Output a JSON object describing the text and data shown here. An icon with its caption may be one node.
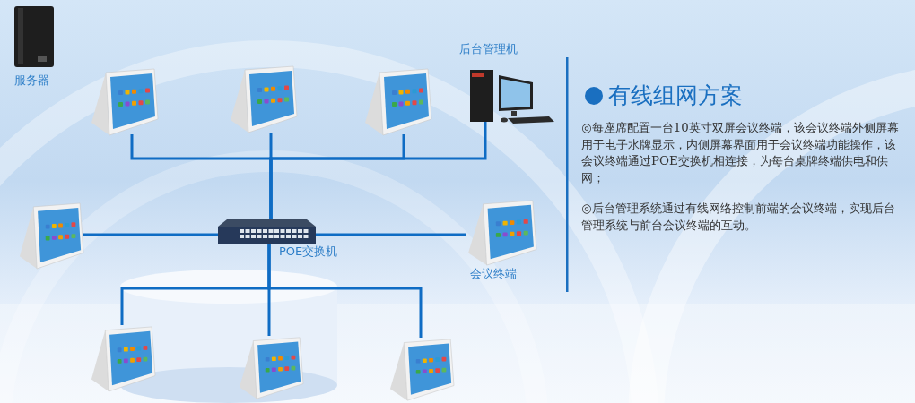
{
  "diagram": {
    "title": "有线组网方案",
    "nodes": [
      {
        "text": [
          "服务器"
        ]
      },
      {
        "text": [],
        "shape": "picture"
      },
      {
        "text": [],
        "shape": "picture"
      },
      {
        "text": [],
        "shape": "picture"
      },
      {
        "text": [
          "后台管理机"
        ]
      },
      {
        "text": [],
        "shape": "picture"
      },
      {
        "text": [
          "POE交换机"
        ]
      },
      {
        "text": [
          "会议终端"
        ]
      },
      {
        "text": [],
        "shape": "picture"
      },
      {
        "text": [],
        "shape": "picture"
      },
      {
        "text": [],
        "shape": "picture"
      }
    ],
    "edges": [
      {
        "from": 6,
        "to": 1,
        "arrow": "none"
      },
      {
        "from": 6,
        "to": 2,
        "arrow": "none"
      },
      {
        "from": 6,
        "to": 3,
        "arrow": "none"
      },
      {
        "from": 6,
        "to": 4,
        "arrow": "none"
      },
      {
        "from": 6,
        "to": 5,
        "arrow": "none"
      },
      {
        "from": 6,
        "to": 7,
        "arrow": "none"
      },
      {
        "from": 6,
        "to": 8,
        "arrow": "none"
      },
      {
        "from": 6,
        "to": 9,
        "arrow": "none"
      },
      {
        "from": 6,
        "to": 10,
        "arrow": "none"
      }
    ],
    "labels": [
      "◎每座席配置一台10英寸双屏会议终端，该会议终端外侧屏幕用于电子水牌显示，内侧屏幕界面用于会议终端功能操作，该会议终端通过POE交换机相连接，为每台桌牌终端供电和供网；",
      "◎后台管理系统通过有线网络控制前端的会议终端，实现后台管理系统与前台会议终端的互动。"
    ]
  }
}
